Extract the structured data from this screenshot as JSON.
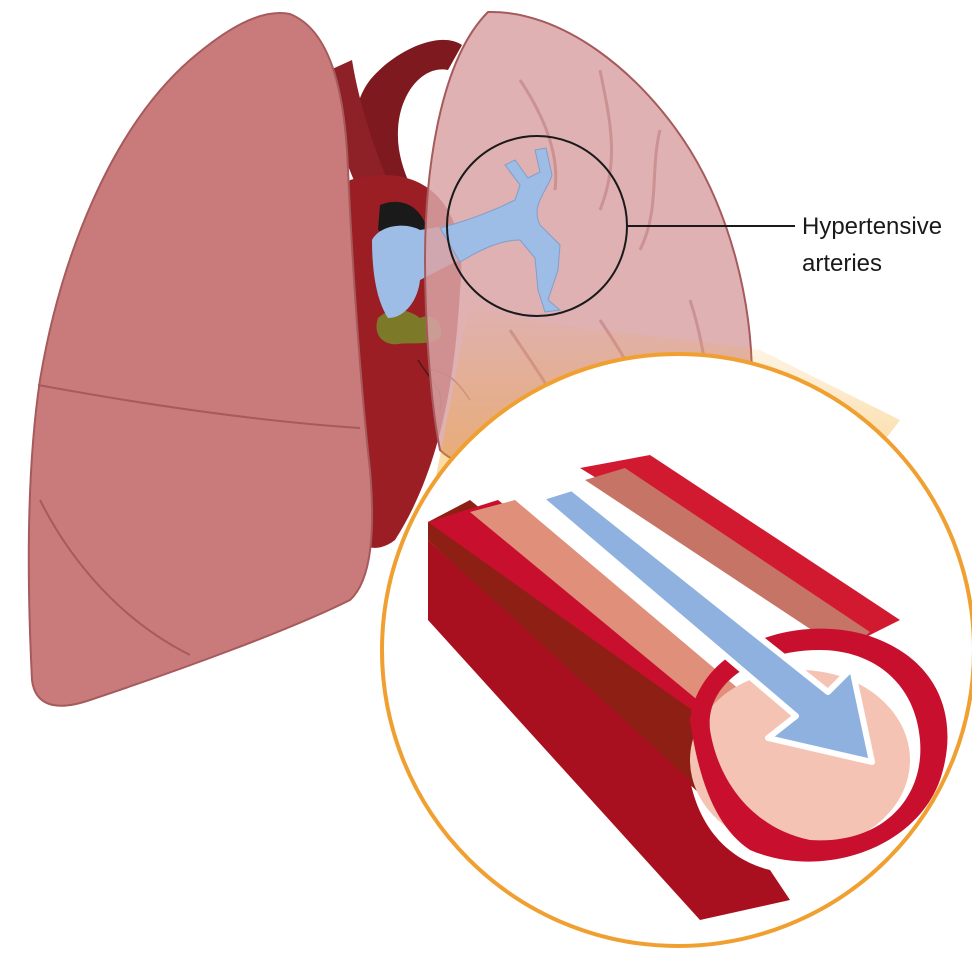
{
  "labels": {
    "callout_line1": "Hypertensive",
    "callout_line2": "arteries"
  },
  "colors": {
    "lung_fill": "#c97b7c",
    "lung_stroke": "#a65a5c",
    "lung_transparent_fill": "#d9a3a4",
    "heart_dark": "#8f1f24",
    "pulmonary_artery": "#9dbde6",
    "zoom_ring": "#f0a030",
    "vessel_wall": "#c8102e",
    "vessel_intima": "#e08f7a",
    "lumen": "#f5c3b3",
    "flow_arrow": "#8fb1df"
  },
  "icons": {
    "lungs": "lungs-illustration",
    "heart": "heart-illustration",
    "artery_cross_section": "blood-vessel-cross-section",
    "flow_arrow": "arrow-down-right-icon"
  }
}
